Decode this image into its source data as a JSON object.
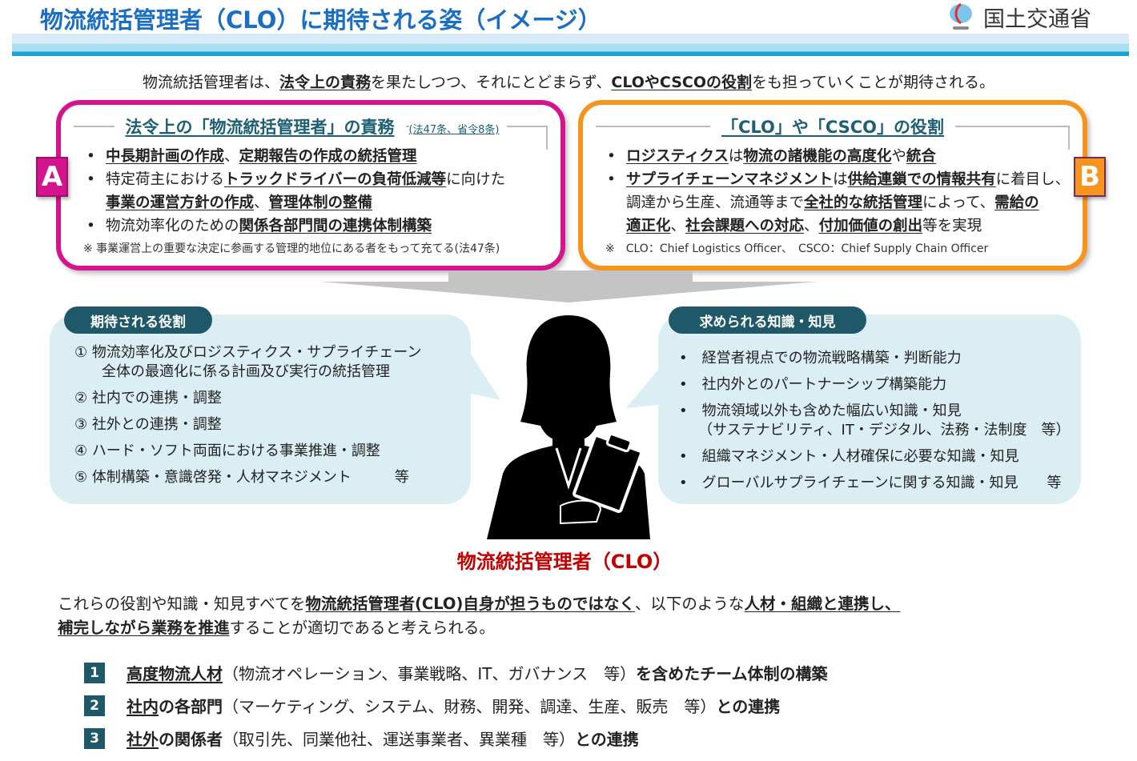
{
  "header": {
    "title": "物流統括管理者（CLO）に期待される姿（イメージ）",
    "ministry": "国土交通省"
  },
  "intro": {
    "segments": [
      {
        "t": "物流統括管理者は、"
      },
      {
        "t": "法令上の責務",
        "b": true,
        "u": true
      },
      {
        "t": "を果たしつつ、それにとどまらず、"
      },
      {
        "t": "CLOやCSCOの役割",
        "b": true,
        "u": true
      },
      {
        "t": "をも担っていくことが期待される。"
      }
    ]
  },
  "box_a": {
    "badge": "A",
    "title": "法令上の「物流統括管理者」の責務",
    "title_ref": "(法47条、省令8条)",
    "bullets": [
      {
        "segments": [
          {
            "t": "中長期計画の作成",
            "b": true,
            "u": true
          },
          {
            "t": "、"
          },
          {
            "t": "定期報告の作成の統括管理",
            "b": true,
            "u": true
          }
        ]
      },
      {
        "segments": [
          {
            "t": "特定荷主における"
          },
          {
            "t": "トラックドライバーの負荷低減等",
            "b": true,
            "u": true
          },
          {
            "t": "に向けた"
          },
          {
            "br": true,
            "t": ""
          },
          {
            "t": "事業の運営方針の作成",
            "b": true,
            "u": true
          },
          {
            "t": "、"
          },
          {
            "t": "管理体制の整備",
            "b": true,
            "u": true
          }
        ]
      },
      {
        "segments": [
          {
            "t": "物流効率化のための"
          },
          {
            "t": "関係各部門間の連携体制構築",
            "b": true,
            "u": true
          }
        ]
      }
    ],
    "note": "※ 事業運営上の重要な決定に参画する管理的地位にある者をもって充てる(法47条)"
  },
  "box_b": {
    "badge": "B",
    "title": "「CLO」や「CSCO」の役割",
    "bullets": [
      {
        "segments": [
          {
            "t": "ロジスティクス",
            "b": true,
            "u": true
          },
          {
            "t": "は"
          },
          {
            "t": "物流の諸機能の高度化",
            "b": true,
            "u": true
          },
          {
            "t": "や"
          },
          {
            "t": "統合",
            "b": true,
            "u": true
          }
        ]
      },
      {
        "segments": [
          {
            "t": "サプライチェーンマネジメント",
            "b": true,
            "u": true
          },
          {
            "t": "は"
          },
          {
            "t": "供給連鎖での情報共有",
            "b": true,
            "u": true
          },
          {
            "t": "に着目し、"
          },
          {
            "br": true,
            "t": ""
          },
          {
            "t": "調達から生産、流通等まで"
          },
          {
            "t": "全社的な統括管理",
            "b": true,
            "u": true
          },
          {
            "t": "によって、"
          },
          {
            "t": "需給の",
            "b": true,
            "u": true
          },
          {
            "br": true,
            "t": ""
          },
          {
            "t": "適正化",
            "b": true,
            "u": true
          },
          {
            "t": "、"
          },
          {
            "t": "社会課題への対応",
            "b": true,
            "u": true
          },
          {
            "t": "、"
          },
          {
            "t": "付加価値の創出",
            "b": true,
            "u": true
          },
          {
            "t": "等を実現"
          }
        ]
      }
    ],
    "note": "※　CLO：Chief Logistics Officer、　CSCO：Chief Supply Chain Officer"
  },
  "roles": {
    "label": "期待される役割",
    "items": [
      {
        "num": "①",
        "text": "物流効率化及びロジスティクス・サプライチェーン",
        "text2": "全体の最適化に係る計画及び実行の統括管理"
      },
      {
        "num": "②",
        "text": "社内での連携・調整"
      },
      {
        "num": "③",
        "text": "社外との連携・調整"
      },
      {
        "num": "④",
        "text": "ハード・ソフト両面における事業推進・調整"
      },
      {
        "num": "⑤",
        "text": "体制構築・意識啓発・人材マネジメント　　　等"
      }
    ]
  },
  "knowledge": {
    "label": "求められる知識・知見",
    "items": [
      {
        "text": "経営者視点での物流戦略構築・判断能力"
      },
      {
        "text": "社内外とのパートナーシップ構築能力"
      },
      {
        "text": "物流領域以外も含めた幅広い知識・知見",
        "text2": "（サステナビリティ、IT・デジタル、法務・法制度　等）"
      },
      {
        "text": "組織マネジメント・人材確保に必要な知識・知見"
      },
      {
        "text": "グローバルサプライチェーンに関する知識・知見　　等"
      }
    ]
  },
  "person_label": "物流統括管理者（CLO）",
  "conclusion": {
    "segments": [
      {
        "t": "これらの役割や知識・知見すべてを"
      },
      {
        "t": "物流統括管理者(CLO)自身が担うものではなく",
        "b": true,
        "u": true
      },
      {
        "t": "、以下のような"
      },
      {
        "t": "人材・組織と連携し、",
        "b": true,
        "u": true
      },
      {
        "br": true,
        "t": ""
      },
      {
        "t": "補完しながら業務を推進",
        "b": true,
        "u": true
      },
      {
        "t": "することが適切であると考えられる。"
      }
    ]
  },
  "partners": [
    {
      "num": "1",
      "segments": [
        {
          "t": "高度物流人材",
          "b": true,
          "u": true
        },
        {
          "t": "（物流オペレーション、事業戦略、IT、ガバナンス　等）"
        },
        {
          "t": "を含めたチーム体制の構築",
          "b": true
        }
      ]
    },
    {
      "num": "2",
      "segments": [
        {
          "t": "社内",
          "b": true,
          "u": true
        },
        {
          "t": "の各部門",
          "b": true
        },
        {
          "t": "（マーケティング、システム、財務、開発、調達、生産、販売　等）"
        },
        {
          "t": "との連携",
          "b": true
        }
      ]
    },
    {
      "num": "3",
      "segments": [
        {
          "t": "社外",
          "b": true,
          "u": true
        },
        {
          "t": "の関係者",
          "b": true
        },
        {
          "t": "（取引先、同業他社、運送事業者、異業種　等）"
        },
        {
          "t": "との連携",
          "b": true
        }
      ]
    }
  ],
  "colors": {
    "title": "#1a6fc4",
    "box_a": "#d4148c",
    "box_b": "#f7941d",
    "pill": "#1f5868",
    "bubble": "#dbeef4",
    "person_label": "#c00000"
  }
}
